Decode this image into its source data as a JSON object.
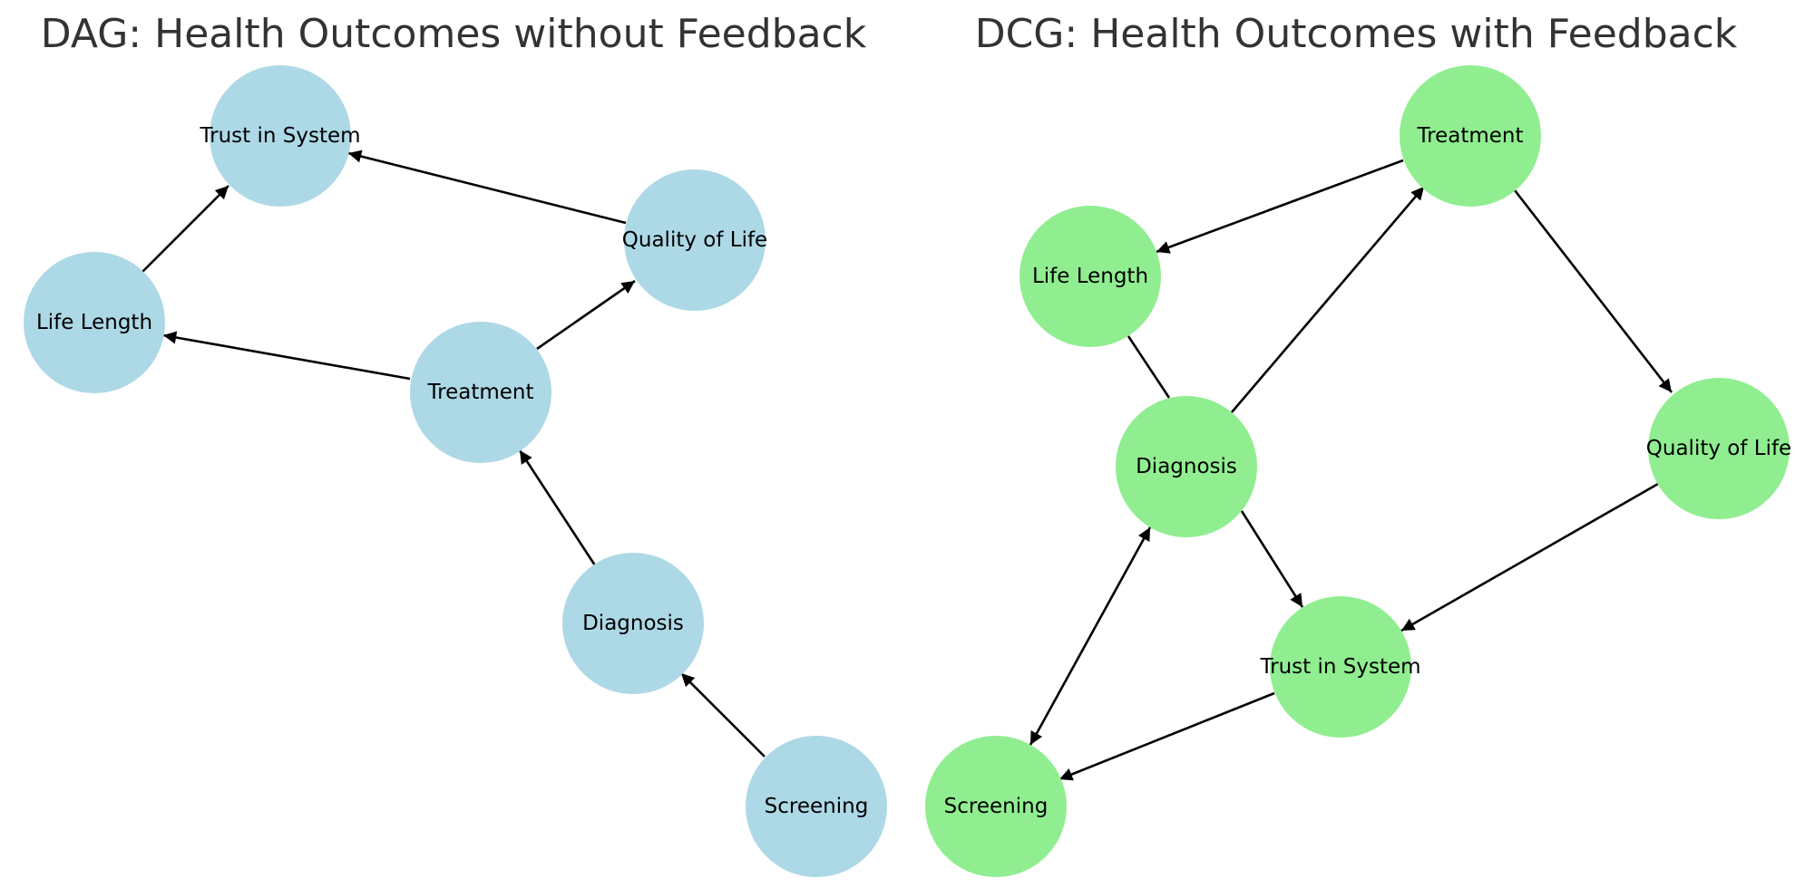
{
  "colors": {
    "dag_node": "#add8e6",
    "dcg_node": "#90ee90",
    "edge": "#000000",
    "title": "#333333"
  },
  "dag": {
    "title": "DAG: Health Outcomes without Feedback",
    "nodes": {
      "trust": "Trust in System",
      "quality": "Quality of Life",
      "life": "Life Length",
      "treatment": "Treatment",
      "diagnosis": "Diagnosis",
      "screening": "Screening"
    },
    "edges": [
      {
        "from": "Screening",
        "to": "Diagnosis"
      },
      {
        "from": "Diagnosis",
        "to": "Treatment"
      },
      {
        "from": "Treatment",
        "to": "Life Length"
      },
      {
        "from": "Treatment",
        "to": "Quality of Life"
      },
      {
        "from": "Life Length",
        "to": "Trust in System"
      },
      {
        "from": "Quality of Life",
        "to": "Trust in System"
      }
    ]
  },
  "dcg": {
    "title": "DCG: Health Outcomes with Feedback",
    "nodes": {
      "treatment": "Treatment",
      "life": "Life Length",
      "diagnosis": "Diagnosis",
      "quality": "Quality of Life",
      "trust": "Trust in System",
      "screening": "Screening"
    },
    "edges": [
      {
        "from": "Treatment",
        "to": "Life Length"
      },
      {
        "from": "Treatment",
        "to": "Quality of Life"
      },
      {
        "from": "Diagnosis",
        "to": "Treatment"
      },
      {
        "from": "Life Length",
        "to": "Diagnosis"
      },
      {
        "from": "Diagnosis",
        "to": "Trust in System"
      },
      {
        "from": "Quality of Life",
        "to": "Trust in System"
      },
      {
        "from": "Trust in System",
        "to": "Screening"
      },
      {
        "from": "Screening",
        "to": "Diagnosis"
      },
      {
        "from": "Diagnosis",
        "to": "Screening"
      }
    ]
  }
}
